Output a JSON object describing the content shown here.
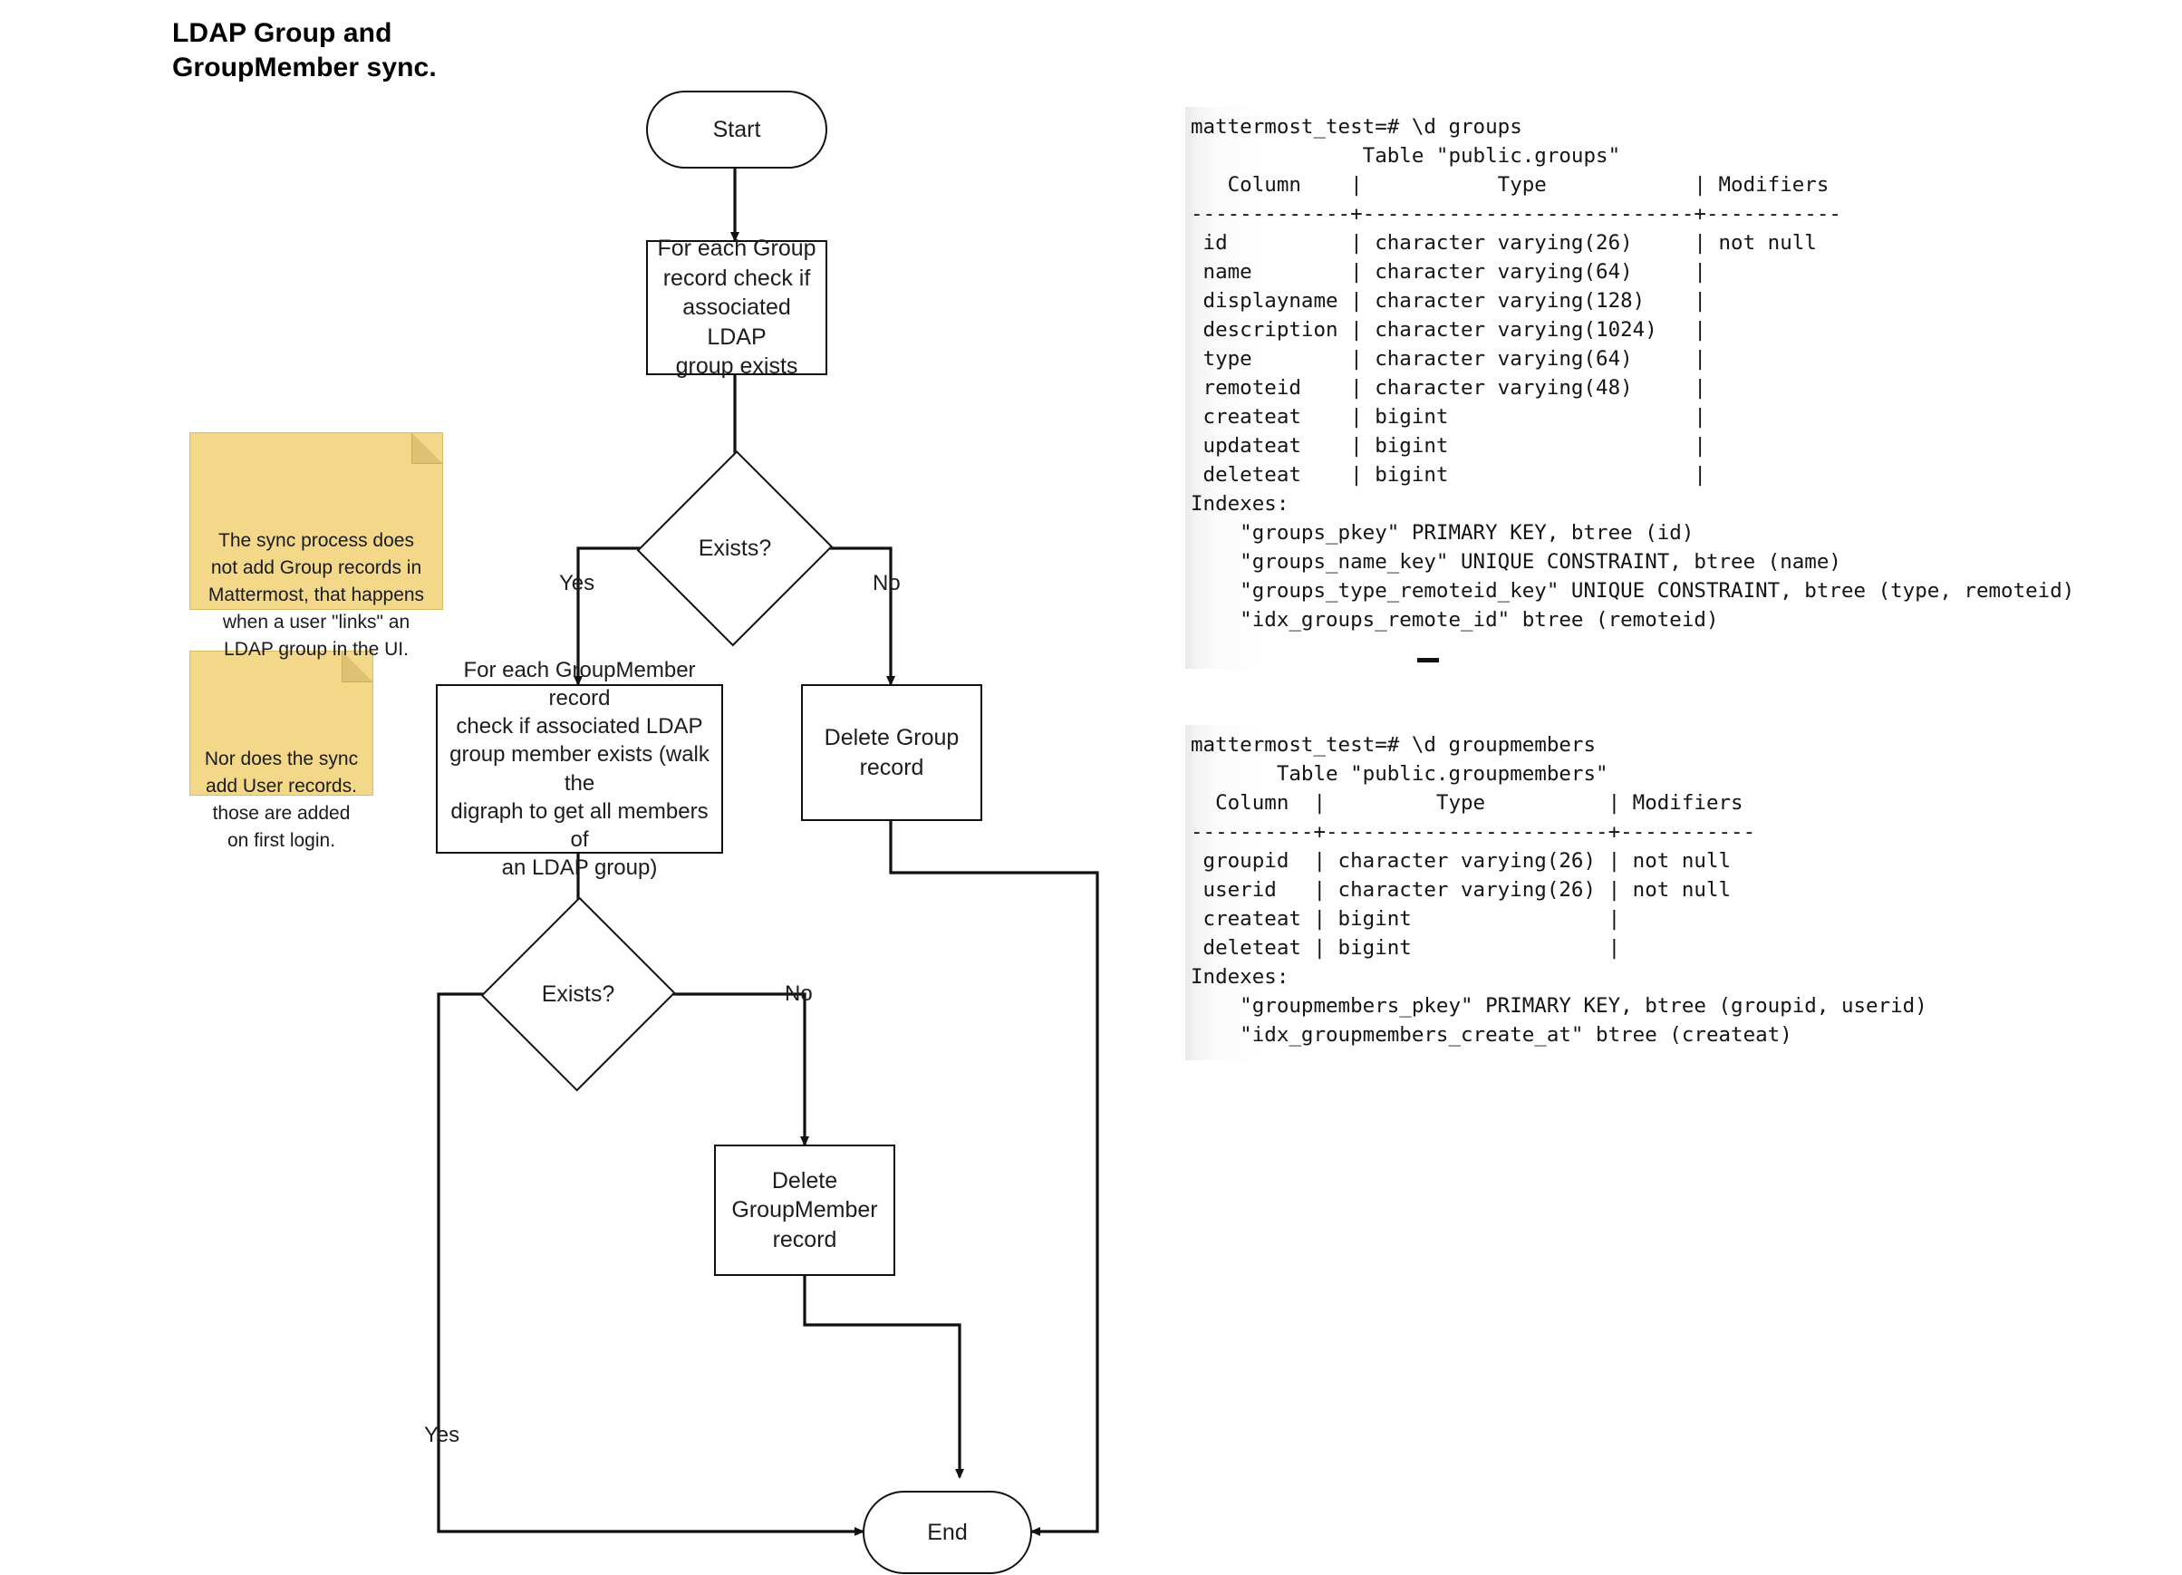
{
  "title": "LDAP Group and\nGroupMember sync.",
  "flowchart": {
    "nodes": {
      "start": "Start",
      "check_group": "For each Group\nrecord check if\nassociated LDAP\ngroup exists",
      "exists_group": "Exists?",
      "check_groupmember": "For each GroupMember record\ncheck if associated LDAP\ngroup member exists (walk the\ndigraph to get all members of\nan LDAP group)",
      "delete_group": "Delete Group\nrecord",
      "exists_member": "Exists?",
      "delete_groupmember": "Delete\nGroupMember\nrecord",
      "end": "End"
    },
    "edge_labels": {
      "group_yes": "Yes",
      "group_no": "No",
      "member_no": "No",
      "member_yes": "Yes"
    }
  },
  "notes": [
    {
      "id": "note-group-records",
      "text": "The sync process does\nnot add Group records in\nMattermost, that happens\nwhen a user \"links\" an\nLDAP group in the UI."
    },
    {
      "id": "note-user-records",
      "text": "Nor does the sync\nadd User records.\nthose are added\non first login."
    }
  ],
  "terminals": [
    {
      "id": "groups",
      "text": "mattermost_test=# \\d groups\n              Table \"public.groups\"\n   Column    |           Type            | Modifiers\n-------------+---------------------------+-----------\n id          | character varying(26)     | not null\n name        | character varying(64)     |\n displayname | character varying(128)    |\n description | character varying(1024)   |\n type        | character varying(64)     |\n remoteid    | character varying(48)     |\n createat    | bigint                    |\n updateat    | bigint                    |\n deleteat    | bigint                    |\nIndexes:\n    \"groups_pkey\" PRIMARY KEY, btree (id)\n    \"groups_name_key\" UNIQUE CONSTRAINT, btree (name)\n    \"groups_type_remoteid_key\" UNIQUE CONSTRAINT, btree (type, remoteid)\n    \"idx_groups_remote_id\" btree (remoteid)"
    },
    {
      "id": "groupmembers",
      "text": "mattermost_test=# \\d groupmembers\n       Table \"public.groupmembers\"\n  Column  |         Type          | Modifiers\n----------+-----------------------+-----------\n groupid  | character varying(26) | not null\n userid   | character varying(26) | not null\n createat | bigint                |\n deleteat | bigint                |\nIndexes:\n    \"groupmembers_pkey\" PRIMARY KEY, btree (groupid, userid)\n    \"idx_groupmembers_create_at\" btree (createat)"
    }
  ],
  "colors": {
    "note_fill": "#f2d888",
    "note_fold": "#ddc273",
    "stroke": "#111111",
    "terminal_bg": "#ffffff"
  }
}
